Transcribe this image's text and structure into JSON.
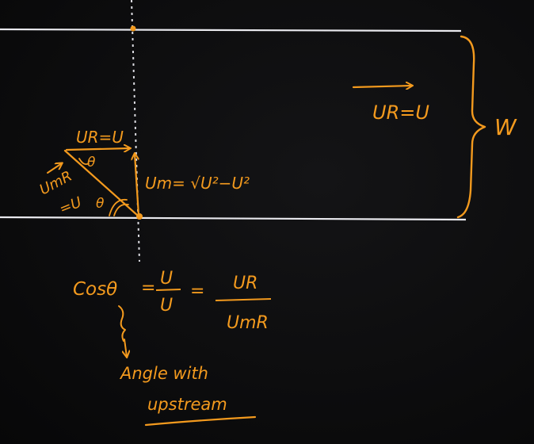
{
  "colors": {
    "board": "#0b0b0c",
    "chalk_orange": "#f39a1e",
    "bank_line": "#e9e9ee",
    "dotted_line": "#dcdce2"
  },
  "labels": {
    "river_velocity_top": "UR=U",
    "width": "W",
    "river_velocity_triangle": "UR=U",
    "theta_top": "θ",
    "man_velocity_vertical": "Um= √U²−U²",
    "man_velocity_in_river": "UmR",
    "man_velocity_magnitude": "=U",
    "theta_bottom": "θ",
    "cos_lhs": "Cosθ",
    "eq1": "=",
    "fraction1_numerator": "U",
    "fraction1_denominator": "U",
    "eq2": "=",
    "fraction2_numerator": "UR",
    "fraction2_denominator": "UmR",
    "note_line1": "Angle with",
    "note_line2": "upstream"
  }
}
